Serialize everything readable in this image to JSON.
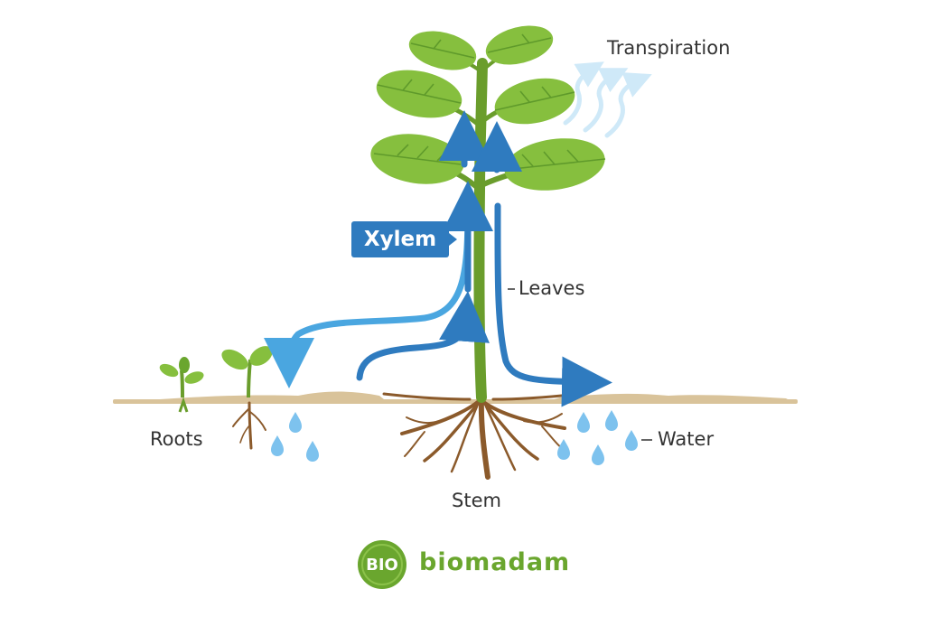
{
  "labels": {
    "transpiration": "Transpiration",
    "xylem": "Xylem",
    "leaves": "Leaves",
    "roots": "Roots",
    "water": "Water",
    "stem": "Stem"
  },
  "logo": {
    "badge": "BIO",
    "word_a": "bio",
    "word_b": "madam"
  },
  "colors": {
    "leaf": "#86bf3e",
    "leaf_dark": "#5f9a2b",
    "stem": "#6a9d2c",
    "root": "#8b5a2b",
    "soil": "#d9c39a",
    "flow_arrow": "#2f7bbf",
    "flow_arrow_light": "#4aa6e0",
    "vapor": "#cfe9f8",
    "droplet": "#7dc2ee",
    "label_box": "#2f7bbf",
    "text": "#333333",
    "logo_green": "#6aa62e"
  }
}
